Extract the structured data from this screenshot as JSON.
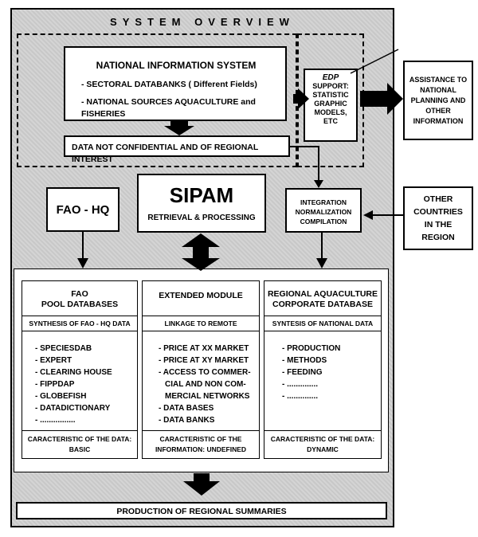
{
  "title": "SYSTEM OVERVIEW",
  "nis": {
    "heading": "NATIONAL INFORMATION SYSTEM",
    "line1": "- SECTORAL DATABANKS ( Different Fields)",
    "line2": "- NATIONAL SOURCES AQUACULTURE and FISHERIES"
  },
  "data_not_conf": "DATA NOT CONFIDENTIAL AND OF REGIONAL INTEREST",
  "edp": [
    "EDP",
    "SUPPORT:",
    "STATISTIC",
    "GRAPHIC",
    "MODELS,",
    "ETC"
  ],
  "assistance": [
    "ASSISTANCE TO",
    "NATIONAL",
    "PLANNING AND",
    "OTHER",
    "INFORMATION"
  ],
  "fao_hq": "FAO - HQ",
  "sipam": {
    "name": "SIPAM",
    "sub": "RETRIEVAL & PROCESSING"
  },
  "integration": [
    "INTEGRATION",
    "NORMALIZATION",
    "COMPILATION"
  ],
  "other_countries": [
    "OTHER",
    "COUNTRIES",
    "IN THE",
    "REGION"
  ],
  "modules": {
    "fao_pool": {
      "title": [
        "FAO",
        "POOL DATABASES"
      ],
      "synth": "SYNTHESIS OF FAO - HQ DATA",
      "items": [
        "- SPECIESDAB",
        "- EXPERT",
        "- CLEARING HOUSE",
        "- FIPPDAP",
        "- GLOBEFISH",
        "- DATADICTIONARY",
        "- ................"
      ],
      "char1": "CARACTERISTIC OF THE DATA:",
      "char2": "BASIC"
    },
    "extended": {
      "title": [
        "EXTENDED MODULE"
      ],
      "synth": "LINKAGE TO REMOTE",
      "items": [
        "- PRICE AT XX MARKET",
        "- PRICE AT XY MARKET",
        "- ACCESS TO COMMER-",
        "CIAL AND NON COM-",
        "MERCIAL NETWORKS",
        "- DATA BASES",
        "- DATA BANKS"
      ],
      "char1": "CARACTERISTIC OF THE",
      "char2": "INFORMATION: UNDEFINED"
    },
    "regional": {
      "title": [
        "REGIONAL AQUACULTURE",
        "CORPORATE DATABASE"
      ],
      "synth": "SYNTESIS OF NATIONAL DATA",
      "items": [
        "- PRODUCTION",
        "- METHODS",
        "- FEEDING",
        "- ..............",
        "- .............."
      ],
      "char1": "CARACTERISTIC OF THE DATA:",
      "char2": "DYNAMIC"
    }
  },
  "production": "PRODUCTION OF REGIONAL SUMMARIES"
}
